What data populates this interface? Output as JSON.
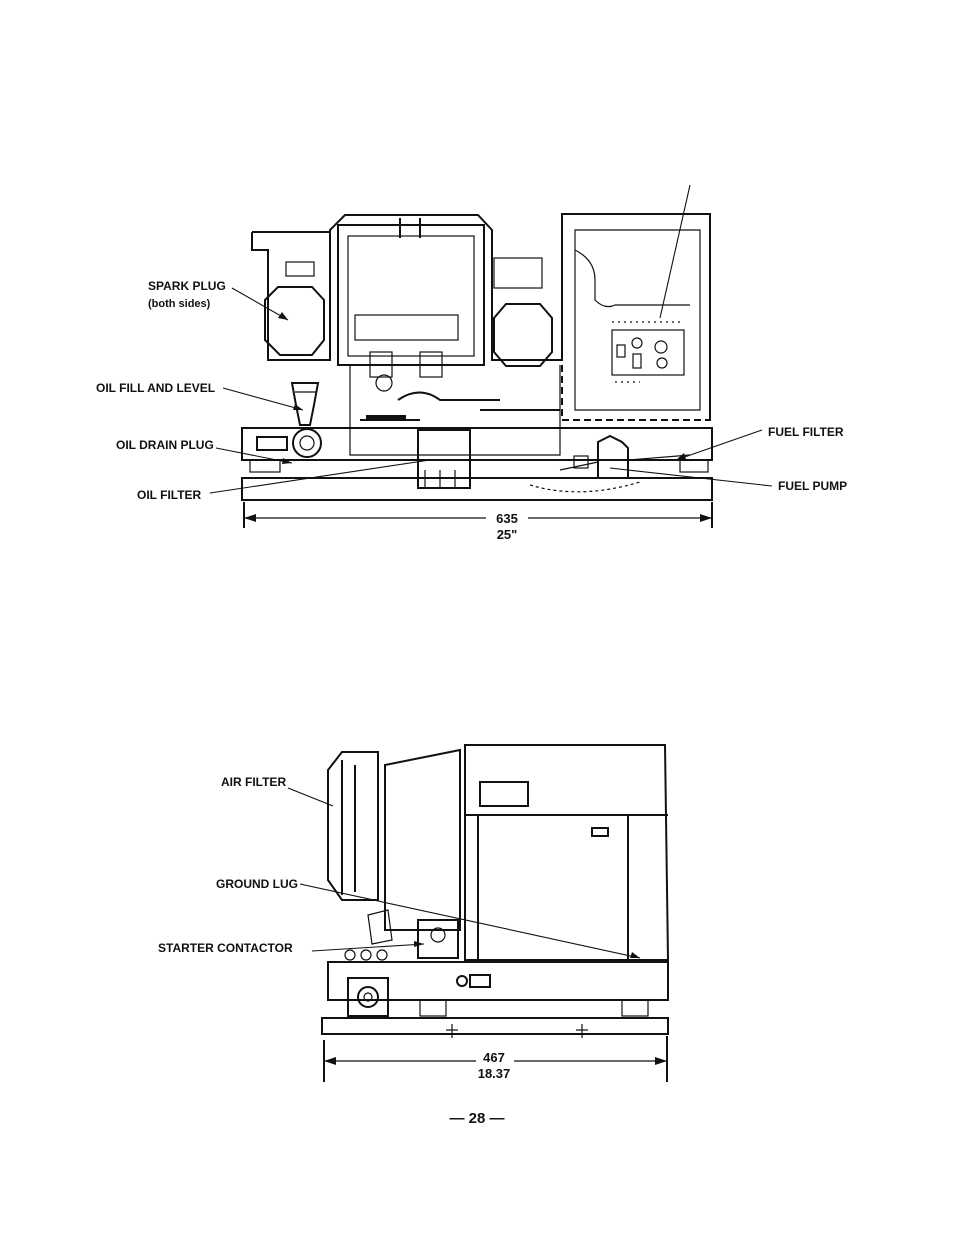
{
  "top_view": {
    "labels": {
      "spark_plug": "SPARK PLUG",
      "spark_plug_note": "(both sides)",
      "oil_fill": "OIL FILL AND LEVEL",
      "oil_drain": "OIL DRAIN PLUG",
      "oil_filter": "OIL FILTER",
      "fuel_filter": "FUEL FILTER",
      "fuel_pump": "FUEL PUMP"
    },
    "dimension_mm": "635",
    "dimension_in": "25\""
  },
  "side_view": {
    "labels": {
      "air_filter": "AIR FILTER",
      "ground_lug": "GROUND LUG",
      "starter_contactor": "STARTER CONTACTOR"
    },
    "dimension_mm": "467",
    "dimension_in": "18.37"
  },
  "page_number": "— 28 —"
}
